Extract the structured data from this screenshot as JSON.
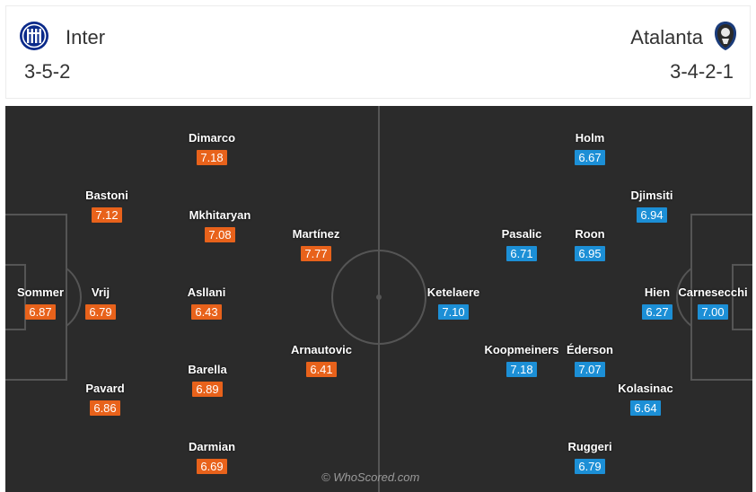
{
  "home": {
    "name": "Inter",
    "formation": "3-5-2",
    "color": "#e8621b",
    "players": [
      {
        "name": "Sommer",
        "rating": "6.87"
      },
      {
        "name": "Bastoni",
        "rating": "7.12"
      },
      {
        "name": "Vrij",
        "rating": "6.79"
      },
      {
        "name": "Pavard",
        "rating": "6.86"
      },
      {
        "name": "Dimarco",
        "rating": "7.18"
      },
      {
        "name": "Mkhitaryan",
        "rating": "7.08"
      },
      {
        "name": "Asllani",
        "rating": "6.43"
      },
      {
        "name": "Barella",
        "rating": "6.89"
      },
      {
        "name": "Darmian",
        "rating": "6.69"
      },
      {
        "name": "Martínez",
        "rating": "7.77"
      },
      {
        "name": "Arnautovic",
        "rating": "6.41"
      }
    ]
  },
  "away": {
    "name": "Atalanta",
    "formation": "3-4-2-1",
    "color": "#1c8fd6",
    "players": [
      {
        "name": "Carnesecchi",
        "rating": "7.00"
      },
      {
        "name": "Djimsiti",
        "rating": "6.94"
      },
      {
        "name": "Hien",
        "rating": "6.27"
      },
      {
        "name": "Kolasinac",
        "rating": "6.64"
      },
      {
        "name": "Holm",
        "rating": "6.67"
      },
      {
        "name": "Roon",
        "rating": "6.95"
      },
      {
        "name": "Éderson",
        "rating": "7.07"
      },
      {
        "name": "Ruggeri",
        "rating": "6.79"
      },
      {
        "name": "Pasalic",
        "rating": "6.71"
      },
      {
        "name": "Koopmeiners",
        "rating": "7.18"
      },
      {
        "name": "Ketelaere",
        "rating": "7.10"
      }
    ]
  },
  "watermark": "© WhoScored.com",
  "icons": {
    "home_logo": "inter-crest-icon",
    "away_logo": "atalanta-crest-icon"
  }
}
